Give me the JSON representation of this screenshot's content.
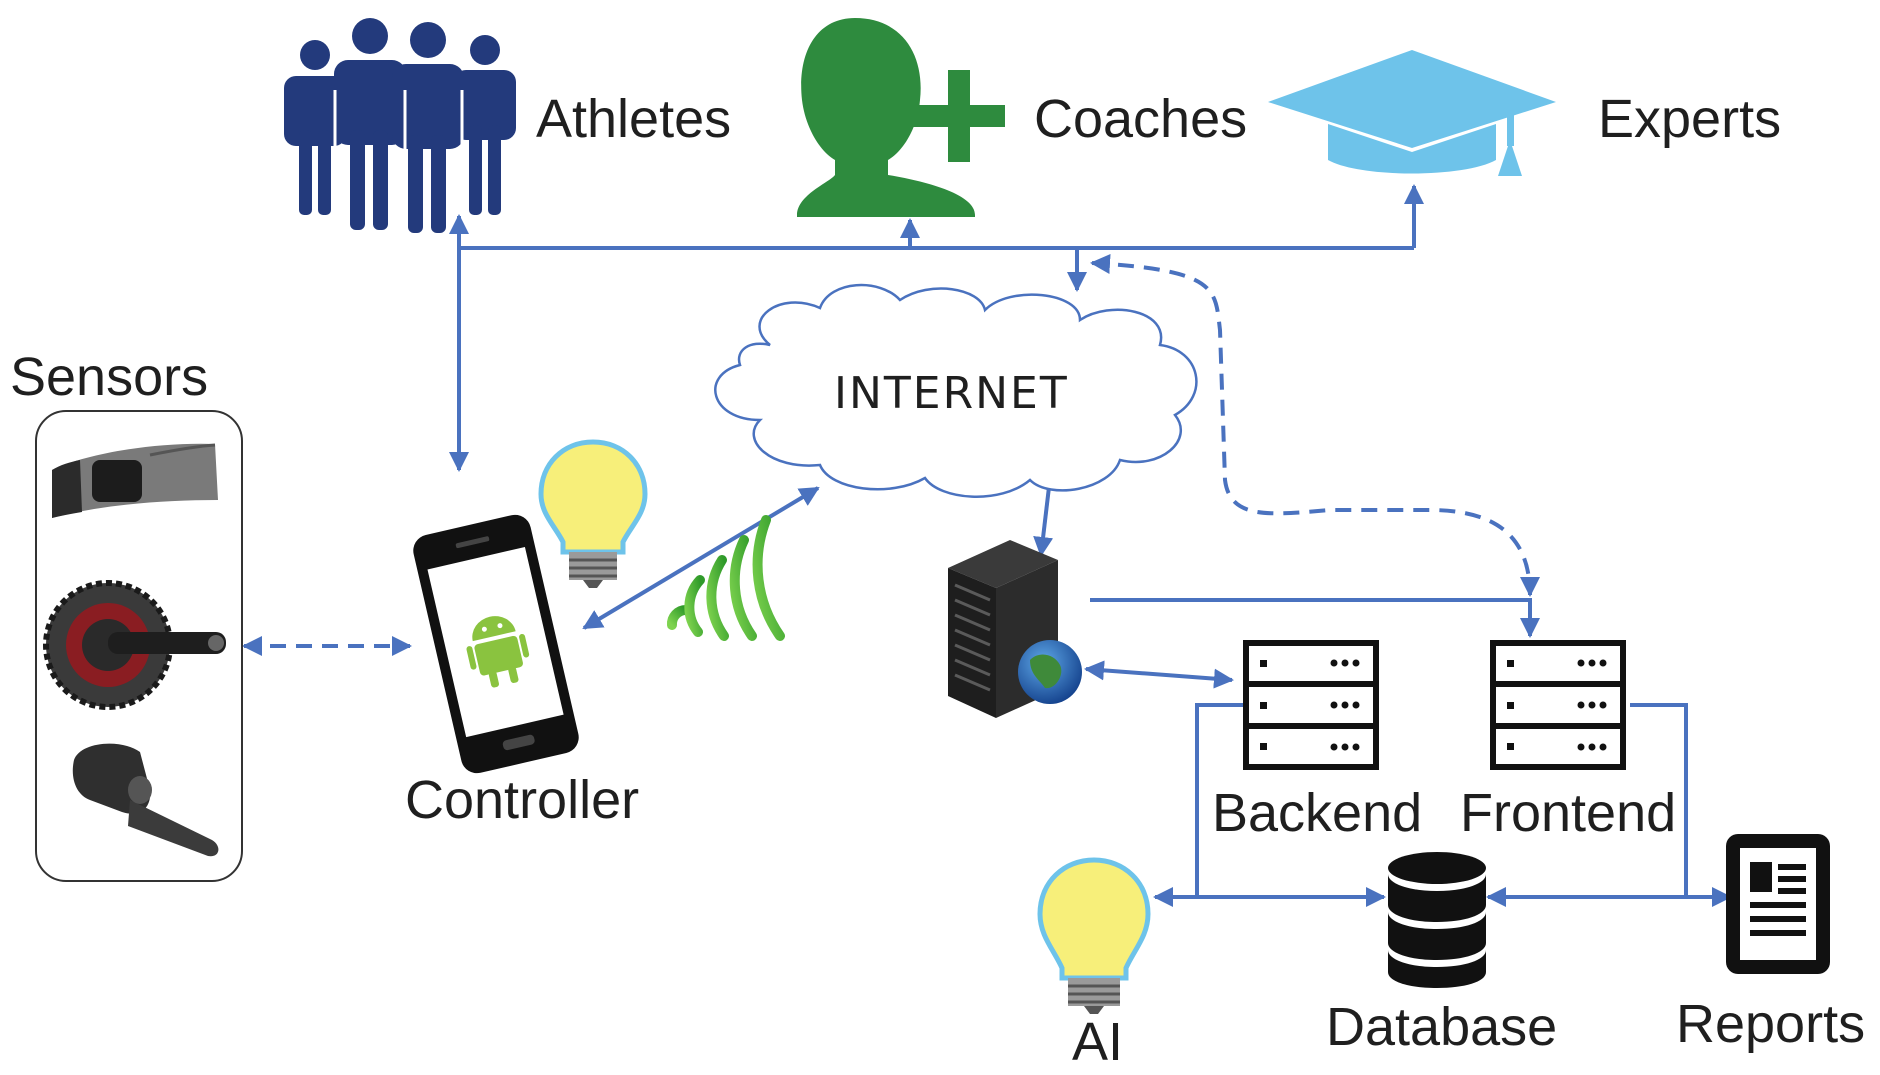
{
  "labels": {
    "athletes": "Athletes",
    "coaches": "Coaches",
    "experts": "Experts",
    "sensors": "Sensors",
    "internet": "INTERNET",
    "controller": "Controller",
    "backend": "Backend",
    "frontend": "Frontend",
    "ai": "AI",
    "database": "Database",
    "reports": "Reports"
  },
  "colors": {
    "connector": "#4a72bf",
    "athletes": "#233a7c",
    "coaches": "#2e8b3e",
    "experts": "#6ec3ea",
    "bulb": "#f7ef7a",
    "android": "#8ac33f",
    "wifi": "#4caf3a"
  },
  "icons": {
    "athletes": "people-group-icon",
    "coaches": "person-add-icon",
    "experts": "graduation-cap-icon",
    "sensors": "sensor-devices-icon",
    "controller": "android-phone-icon",
    "server": "web-server-icon",
    "backend": "server-rack-icon",
    "frontend": "server-rack-icon",
    "ai": "lightbulb-icon",
    "database": "database-icon",
    "reports": "report-document-icon"
  }
}
